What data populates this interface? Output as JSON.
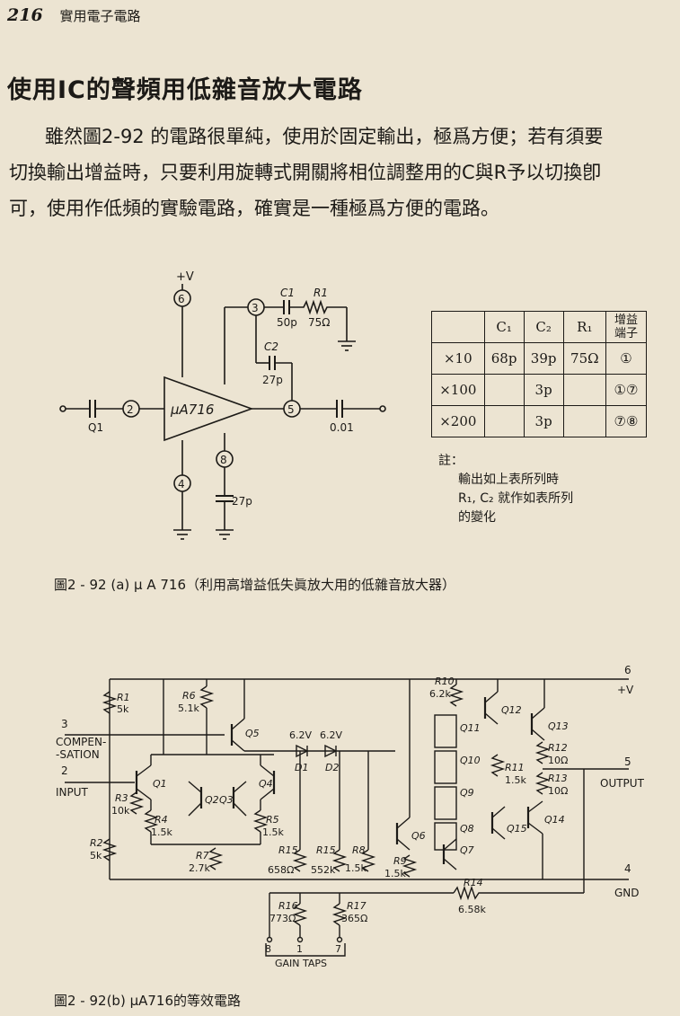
{
  "header": {
    "page_number": "216",
    "book_title": "實用電子電路"
  },
  "section_title": "使用IC的聲頻用低雜音放大電路",
  "paragraph": {
    "line1": "雖然圖2-92 的電路很單純，使用於固定輸出，極爲方便；若有須要",
    "line2": "切換輸出增益時，只要利用旋轉式開關將相位調整用的C與R予以切換卽",
    "line3": "可，使用作低頻的實驗電路，確實是一種極爲方便的電路。"
  },
  "fig_a": {
    "caption": "圖2 - 92 (a) μ A 716（利用高增益低失眞放大用的低雜音放大器）",
    "labels": {
      "vplus": "+V",
      "chip": "μA716",
      "n6": "6",
      "n3": "3",
      "n2": "2",
      "n5": "5",
      "n8": "8",
      "n4": "4",
      "c1": "C1",
      "c1_val": "50p",
      "r1": "R1",
      "r1_val": "75Ω",
      "c2": "C2",
      "c2_val": "27p",
      "q1": "Q1",
      "out_cap": "0.01",
      "c8_val": "27p"
    },
    "table": {
      "headers": [
        "",
        "C₁",
        "C₂",
        "R₁",
        "增益端子"
      ],
      "rows": [
        [
          "×10",
          "68p",
          "39p",
          "75Ω",
          "①"
        ],
        [
          "×100",
          "",
          "3p",
          "",
          "①⑦"
        ],
        [
          "×200",
          "",
          "3p",
          "",
          "⑦⑧"
        ]
      ]
    },
    "note": {
      "label": "註：",
      "line1": "輸出如上表所列時",
      "line2": "R₁, C₂ 就作如表所列",
      "line3": "的變化"
    }
  },
  "fig_b": {
    "caption": "圖2 - 92(b)  μA716的等效電路",
    "labels": {
      "n3": "3",
      "compen1": "COMPEN-",
      "compen2": "-SATION",
      "n2": "2",
      "input": "INPUT",
      "r1": "R1",
      "r1v": "5k",
      "r2": "R2",
      "r2v": "5k",
      "r3": "R3",
      "r3v": "10k",
      "r4": "R4",
      "r4v": "1.5k",
      "r5": "R5",
      "r5v": "1.5k",
      "r6": "R6",
      "r6v": "5.1k",
      "r7": "R7",
      "r7v": "2.7k",
      "r15a": "R15",
      "r15av": "658Ω",
      "r15b": "R15",
      "r15bv": "552k",
      "r8": "R8",
      "r8v": "1.5k",
      "r9": "R9",
      "r9v": "1.5k",
      "r10": "R10",
      "r10v": "6.2k",
      "r11": "R11",
      "r11v": "1.5k",
      "r12": "R12",
      "r12v": "10Ω",
      "r13": "R13",
      "r13v": "10Ω",
      "r14": "R14",
      "r14v": "6.58k",
      "r16": "R16",
      "r16v": "773Ω",
      "r17": "R17",
      "r17v": "365Ω",
      "d1v": "6.2V",
      "d2v": "6.2V",
      "d1": "D1",
      "d2": "D2",
      "q1": "Q1",
      "q2": "Q2",
      "q3": "Q3",
      "q4": "Q4",
      "q5": "Q5",
      "q6": "Q6",
      "q7": "Q7",
      "q8": "Q8",
      "q9": "Q9",
      "q10": "Q10",
      "q11": "Q11",
      "q12": "Q12",
      "q13": "Q13",
      "q14": "Q14",
      "q15": "Q15",
      "n6": "6",
      "vplus": "+V",
      "n5": "5",
      "output": "OUTPUT",
      "n4": "4",
      "gnd": "GND",
      "tap8": "8",
      "tap1": "1",
      "tap7": "7",
      "gain_taps": "GAIN TAPS"
    }
  }
}
